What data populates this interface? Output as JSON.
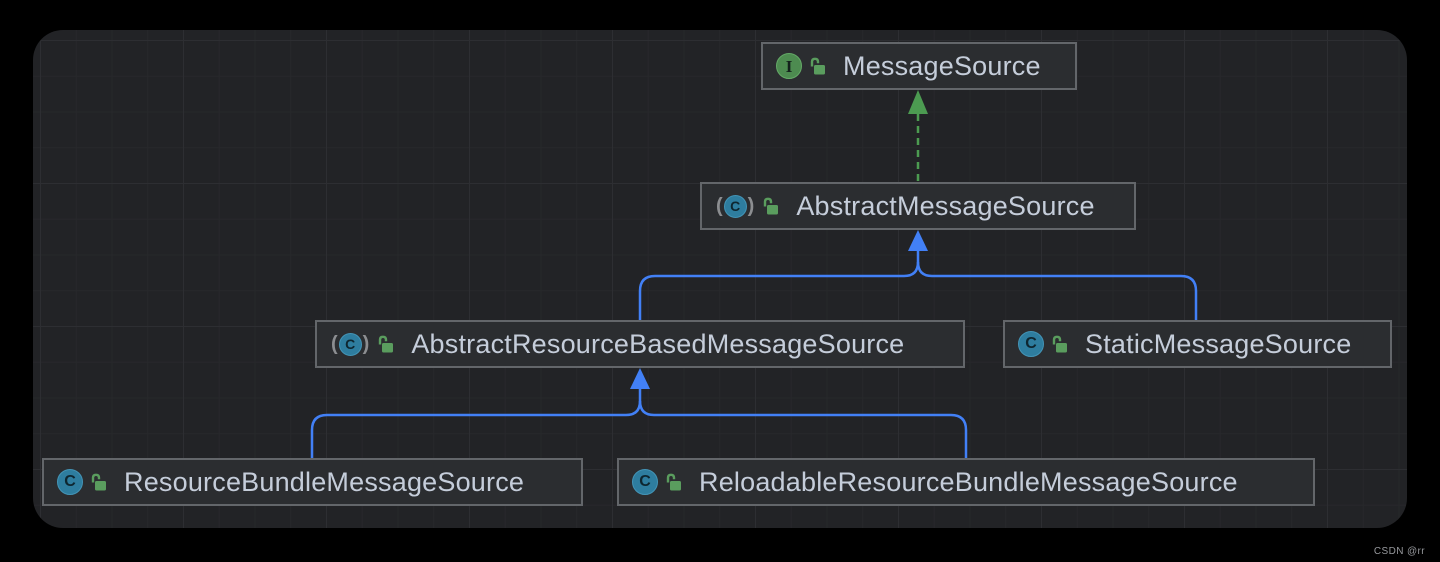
{
  "diagram": {
    "kind": "uml-class-hierarchy",
    "nodes": [
      {
        "id": "messageSource",
        "label": "MessageSource",
        "stereotype": "interface",
        "visibility": "public"
      },
      {
        "id": "abstractMessageSource",
        "label": "AbstractMessageSource",
        "stereotype": "abstract-class",
        "visibility": "public"
      },
      {
        "id": "abstractResourceBasedMessageSource",
        "label": "AbstractResourceBasedMessageSource",
        "stereotype": "abstract-class",
        "visibility": "public"
      },
      {
        "id": "staticMessageSource",
        "label": "StaticMessageSource",
        "stereotype": "class",
        "visibility": "public"
      },
      {
        "id": "resourceBundleMessageSource",
        "label": "ResourceBundleMessageSource",
        "stereotype": "class",
        "visibility": "public"
      },
      {
        "id": "reloadableResourceBundleMessageSource",
        "label": "ReloadableResourceBundleMessageSource",
        "stereotype": "class",
        "visibility": "public"
      }
    ],
    "edges": [
      {
        "from": "abstractMessageSource",
        "to": "messageSource",
        "type": "implements",
        "style": "dashed",
        "color": "#4c9b51"
      },
      {
        "from": "abstractResourceBasedMessageSource",
        "to": "abstractMessageSource",
        "type": "extends",
        "style": "solid",
        "color": "#4280f6"
      },
      {
        "from": "staticMessageSource",
        "to": "abstractMessageSource",
        "type": "extends",
        "style": "solid",
        "color": "#4280f6"
      },
      {
        "from": "resourceBundleMessageSource",
        "to": "abstractResourceBasedMessageSource",
        "type": "extends",
        "style": "solid",
        "color": "#4280f6"
      },
      {
        "from": "reloadableResourceBundleMessageSource",
        "to": "abstractResourceBasedMessageSource",
        "type": "extends",
        "style": "solid",
        "color": "#4280f6"
      }
    ]
  },
  "icons": {
    "interface_letter": "I",
    "class_letter": "C",
    "paren_open": "(",
    "paren_close": ")",
    "padlock": "unlocked-padlock"
  },
  "colors": {
    "page_background": "#000000",
    "canvas_background": "#222326",
    "grid_minor": "#27282b",
    "grid_major": "#2d2e32",
    "node_background": "#2b2d30",
    "node_border": "#63666a",
    "node_label": "#c5cdda",
    "edge_extends_blue": "#4280f6",
    "edge_implements_green": "#4c9b51",
    "interface_icon_green": "#4d8b50",
    "class_icon_blue": "#2e7d9f",
    "padlock_green": "#5a9d5e"
  },
  "watermark": "CSDN @rr"
}
